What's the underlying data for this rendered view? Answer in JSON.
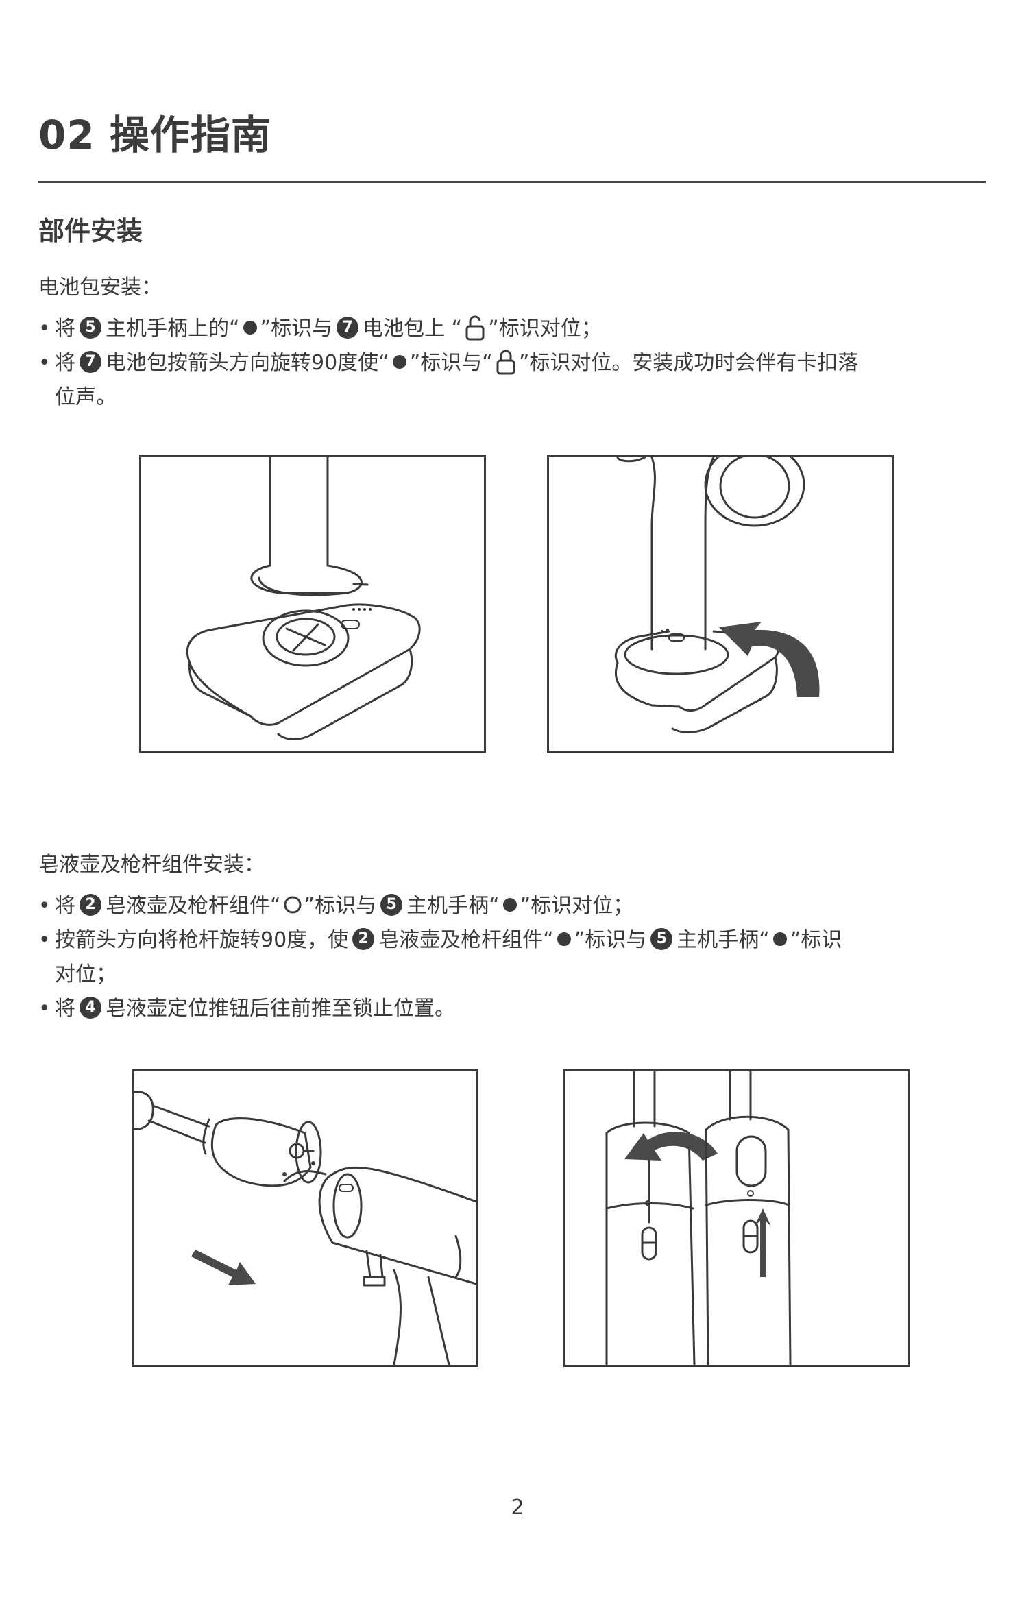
{
  "page": {
    "title": "02 操作指南",
    "section_title": "部件安装",
    "page_number": "2"
  },
  "battery": {
    "heading": "电池包安装：",
    "b1": {
      "p1": "将",
      "n1": "5",
      "p2": "主机手柄上的“",
      "p3": "”标识与",
      "n2": "7",
      "p4": "电池包上 “",
      "p5": "”标识对位；"
    },
    "b2": {
      "p1": "将",
      "n1": "7",
      "p2": "电池包按箭头方向旋转90度使“",
      "p3": "”标识与“",
      "p4": "”标识对位。安装成功时会伴有卡扣落",
      "p5": "位声。"
    }
  },
  "soap": {
    "heading": "皂液壶及枪杆组件安装：",
    "b1": {
      "p1": "将",
      "n1": "2",
      "p2": "皂液壶及枪杆组件“",
      "p3": "”标识与",
      "n2": "5",
      "p4": "主机手柄“",
      "p5": "”标识对位；"
    },
    "b2": {
      "p1": "按箭头方向将枪杆旋转90度，使",
      "n1": "2",
      "p2": "皂液壶及枪杆组件“",
      "p3": "”标识与",
      "n2": "5",
      "p4": "主机手柄“",
      "p5": "”标识",
      "p6": "对位；"
    },
    "b3": {
      "p1": "将",
      "n1": "4",
      "p2": "皂液壶定位推钮后往前推至锁止位置。"
    }
  },
  "icons": [
    "filled-dot-icon",
    "open-circle-icon",
    "unlock-icon",
    "lock-icon",
    "rotate-arrow-icon",
    "push-arrow-icon"
  ]
}
